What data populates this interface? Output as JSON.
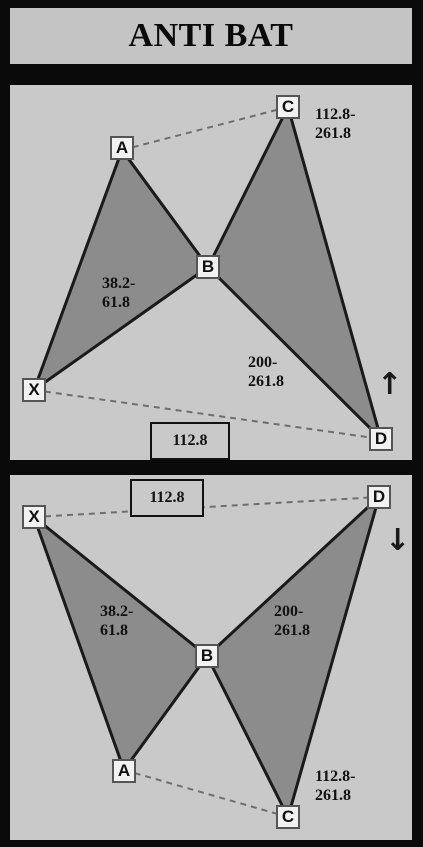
{
  "title": "ANTI BAT",
  "panels": [
    {
      "points": {
        "A": "A",
        "B": "B",
        "C": "C",
        "D": "D",
        "X": "X"
      },
      "ratios": {
        "ab": "38.2-\n61.8",
        "bc": "112.8-\n261.8",
        "cd": "200-\n261.8",
        "xd": "112.8"
      },
      "direction_icon": "up-arrow-icon",
      "arrow_glyph": "↑"
    },
    {
      "points": {
        "A": "A",
        "B": "B",
        "C": "C",
        "D": "D",
        "X": "X"
      },
      "ratios": {
        "ab": "38.2-\n61.8",
        "bc": "112.8-\n261.8",
        "cd": "200-\n261.8",
        "xd": "112.8"
      },
      "direction_icon": "down-arrow-icon",
      "arrow_glyph": "↓"
    }
  ],
  "colors": {
    "panel_bg": "#c9c9c9",
    "triangle_fill": "#8c8c8c",
    "line": "#1a1a1a",
    "dashed": "#6e6e6e"
  }
}
